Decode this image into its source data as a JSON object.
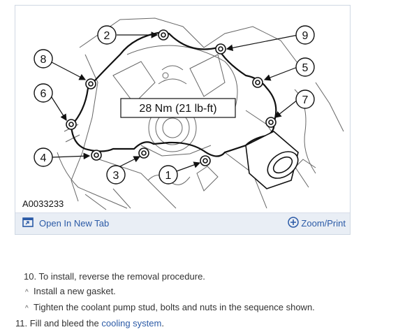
{
  "figure": {
    "id_code": "A0033233",
    "torque_label": "28 Nm (21 lb-ft)",
    "callouts": [
      "1",
      "2",
      "3",
      "4",
      "5",
      "6",
      "7",
      "8",
      "9"
    ],
    "open_tab_label": "Open In New Tab",
    "zoom_label": "Zoom/Print"
  },
  "steps": {
    "step10": {
      "number": "10.",
      "text": "To install, reverse the removal procedure.",
      "substeps": [
        "Install a new gasket.",
        "Tighten the coolant pump stud, bolts and nuts in the sequence shown."
      ]
    },
    "step11": {
      "number": "11.",
      "text_before": "Fill and bleed the",
      "link": "cooling system",
      "text_after": "."
    }
  },
  "colors": {
    "link": "#2b5aa6",
    "toolbar_bg": "#e9eef5",
    "border": "#cfd8e3"
  }
}
